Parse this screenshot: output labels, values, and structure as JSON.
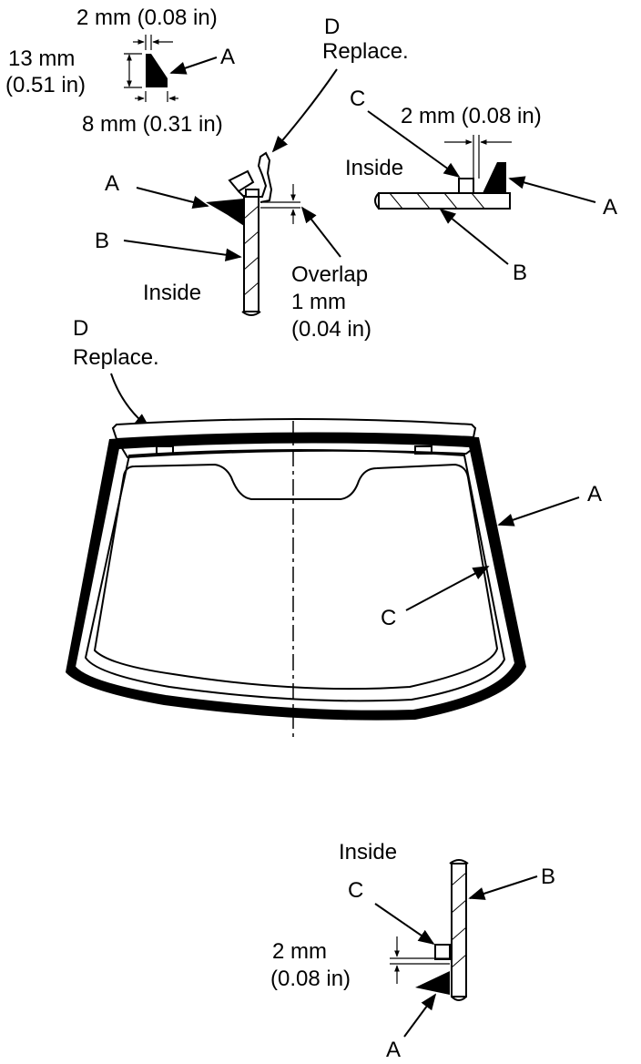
{
  "labels": {
    "a": "A",
    "b": "B",
    "c": "C",
    "d": "D",
    "replace": "Replace.",
    "inside": "Inside",
    "dim_2mm": "2 mm (0.08 in)",
    "dim_2mm_line1": "2 mm",
    "dim_2mm_line2": "(0.08 in)",
    "dim_13mm_line1": "13 mm",
    "dim_13mm_line2": "(0.51 in)",
    "dim_8mm": "8 mm (0.31 in)",
    "overlap_line1": "Overlap",
    "overlap_line2": "1 mm",
    "overlap_line3": "(0.04 in)"
  },
  "colors": {
    "ink": "#000000",
    "paper": "#ffffff"
  }
}
